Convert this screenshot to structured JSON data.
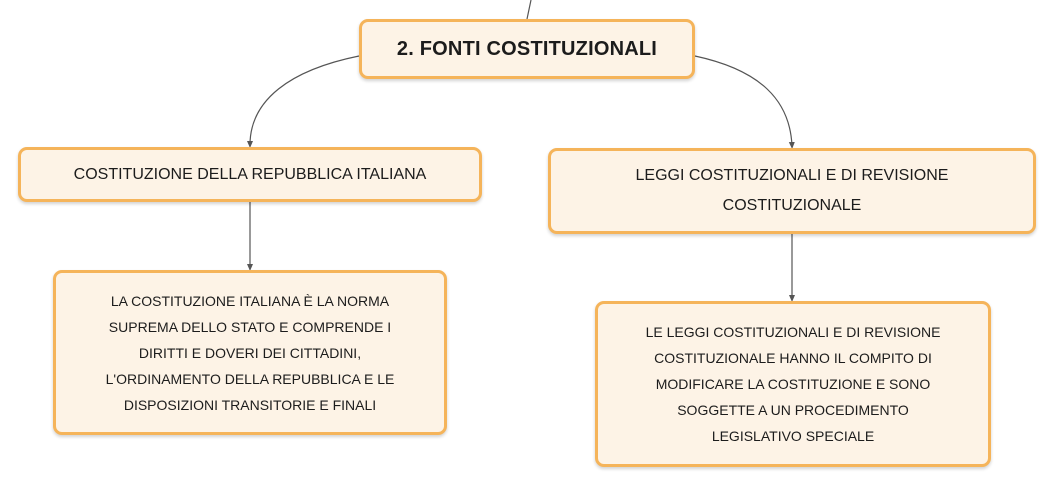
{
  "nodes": {
    "root": "2. FONTI COSTITUZIONALI",
    "left_title": "COSTITUZIONE DELLA REPUBBLICA ITALIANA",
    "right_title": "LEGGI COSTITUZIONALI E DI REVISIONE\nCOSTITUZIONALE",
    "left_description": "LA COSTITUZIONE ITALIANA È LA NORMA\nSUPREMA DELLO STATO E COMPRENDE I\nDIRITTI E DOVERI DEI CITTADINI,\nL'ORDINAMENTO DELLA REPUBBLICA E LE\nDISPOSIZIONI TRANSITORIE E FINALI",
    "right_description": "LE LEGGI COSTITUZIONALI E DI REVISIONE\nCOSTITUZIONALE HANNO IL COMPITO DI\nMODIFICARE LA COSTITUZIONE E SONO\nSOGGETTE A UN PROCEDIMENTO\nLEGISLATIVO SPECIALE"
  },
  "colors": {
    "node_fill": "#fdf3e6",
    "node_border": "#f5b45a",
    "connector": "#555555",
    "text": "#1c1c1c"
  }
}
